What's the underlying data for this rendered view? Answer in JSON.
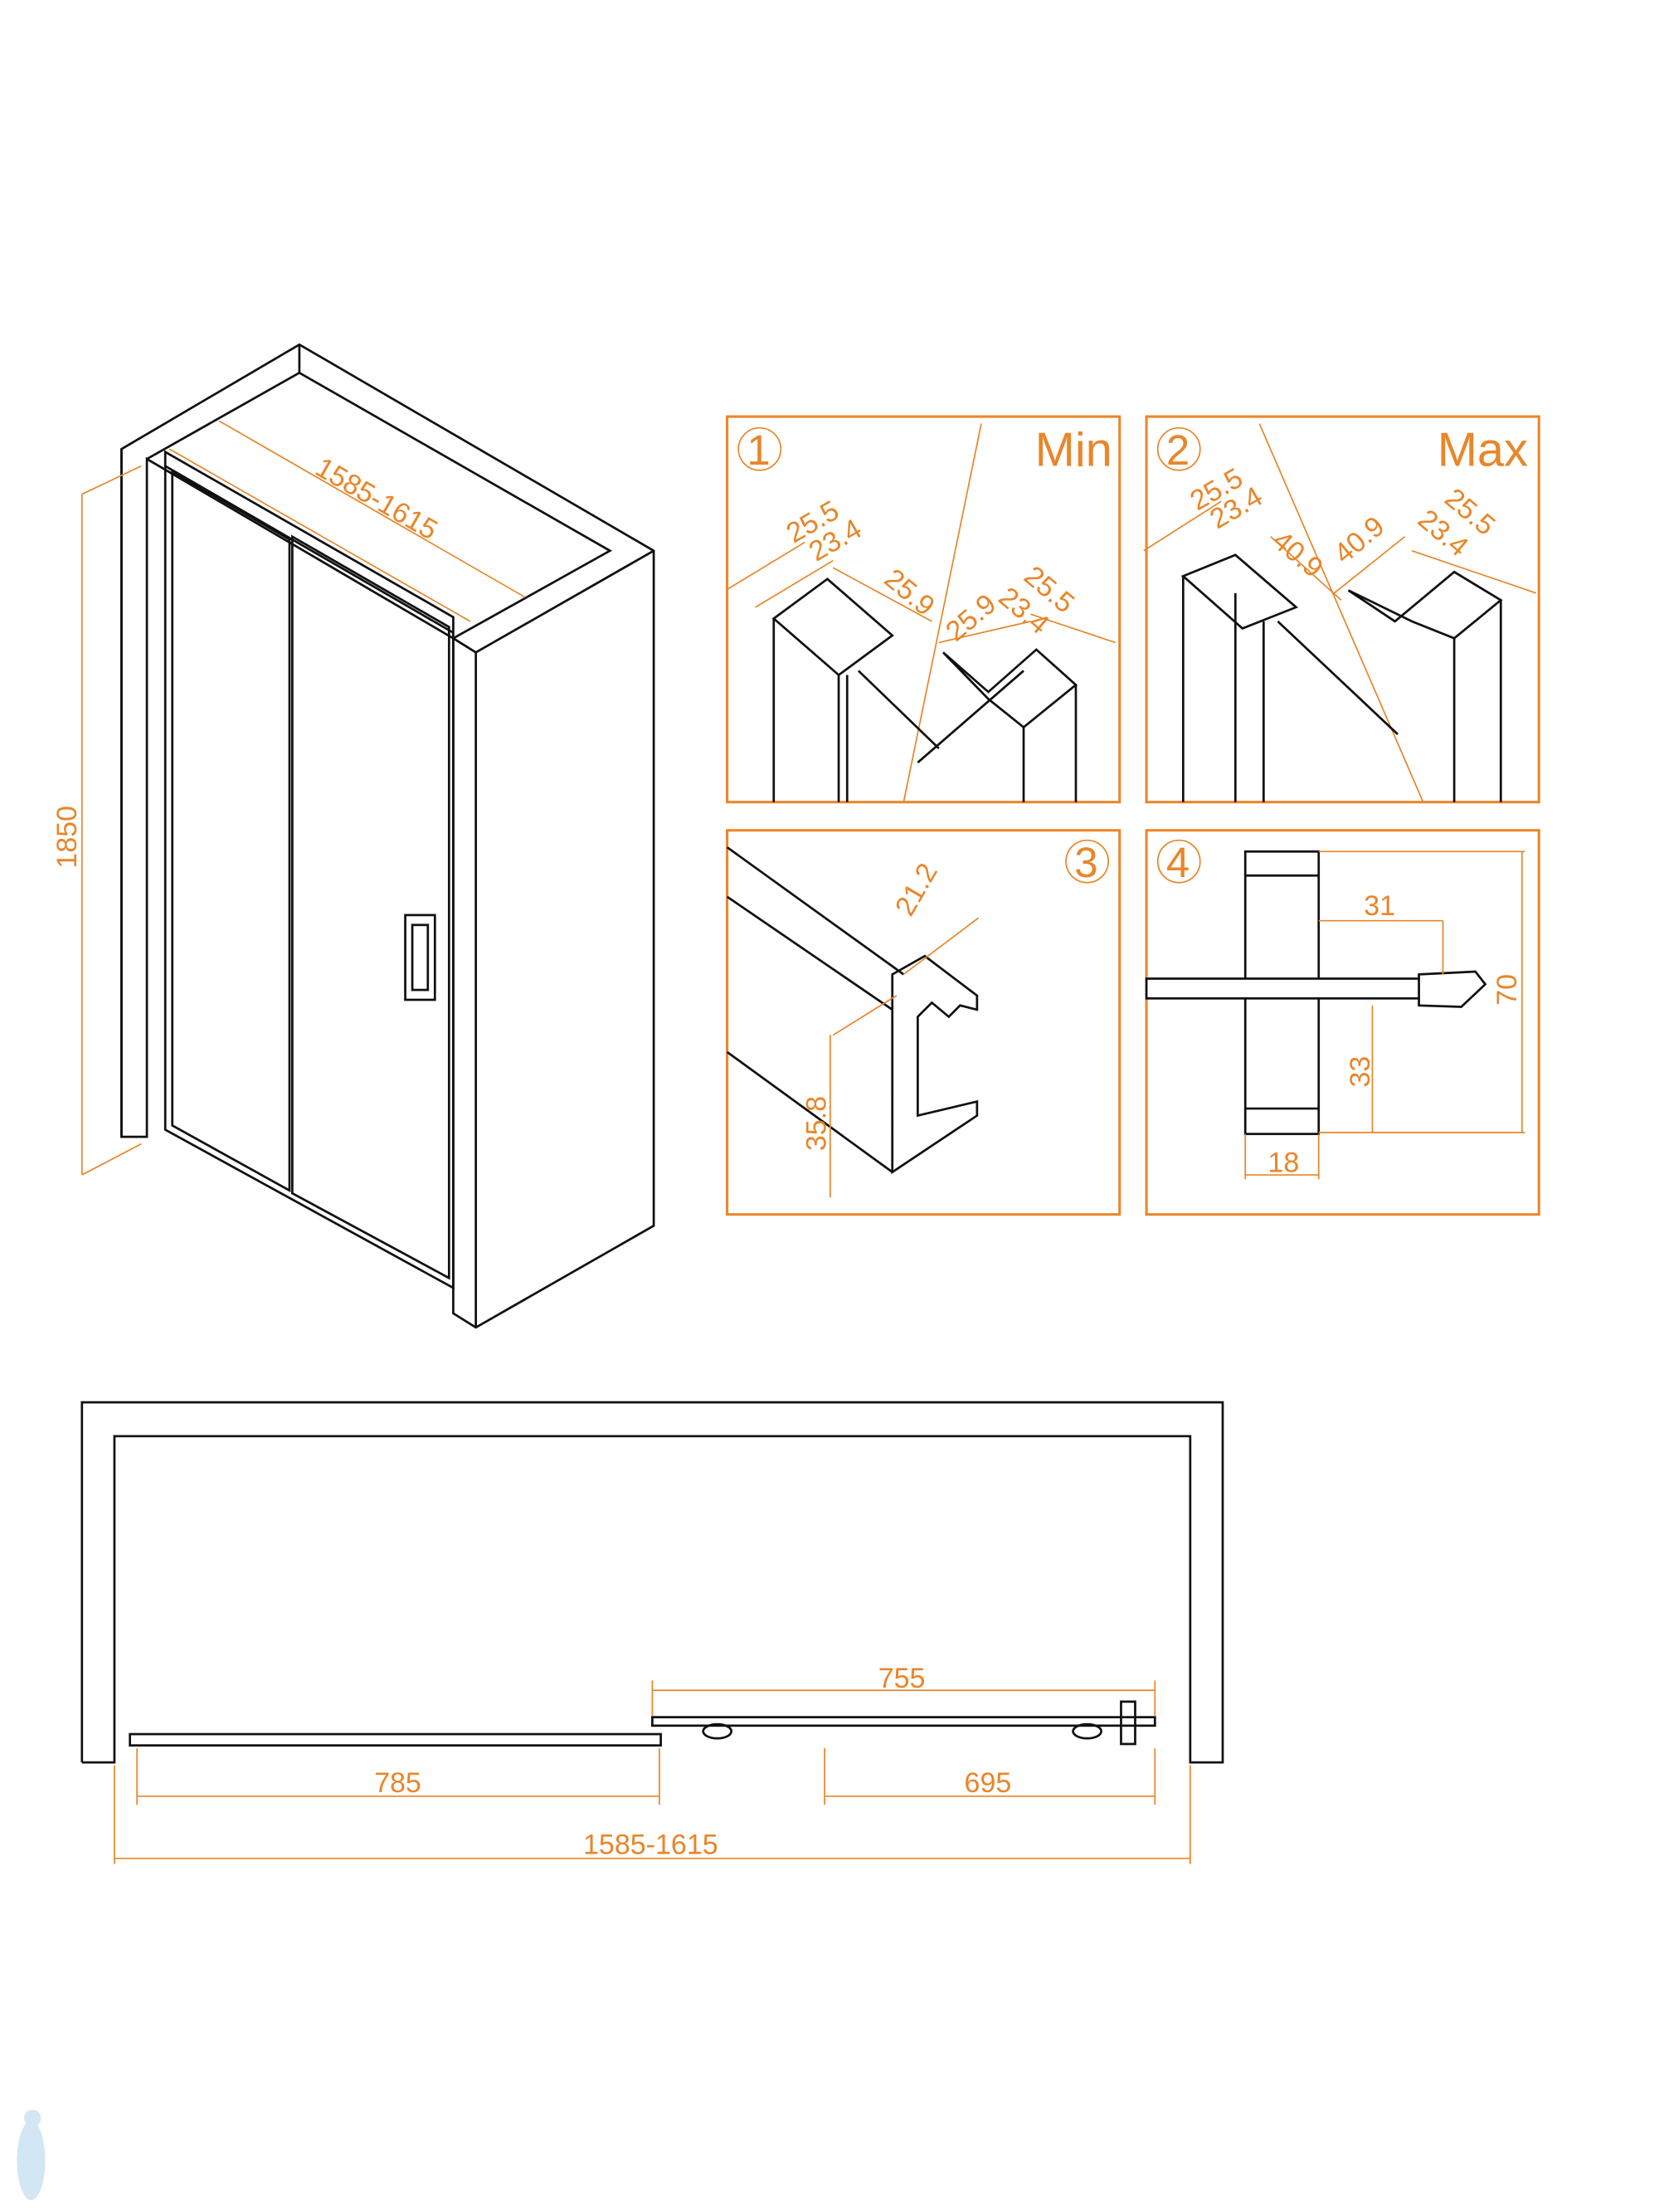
{
  "overview": {
    "width_dim": "1585-1615",
    "height_dim": "1850"
  },
  "panel1": {
    "number": "1",
    "label": "Min",
    "dims": [
      "25.5",
      "23.4",
      "25.9",
      "25.9",
      "23.4",
      "25.5"
    ]
  },
  "panel2": {
    "number": "2",
    "label": "Max",
    "dims": [
      "25.5",
      "23.4",
      "40.9",
      "40.9",
      "23.4",
      "25.5"
    ]
  },
  "panel3": {
    "number": "3",
    "dims": [
      "21.2",
      "35.8"
    ]
  },
  "panel4": {
    "number": "4",
    "dims": [
      "31",
      "70",
      "33",
      "18"
    ]
  },
  "plan": {
    "dim_top": "755",
    "dim_left": "785",
    "dim_right": "695",
    "dim_total": "1585-1615"
  },
  "colors": {
    "accent": "#e8862a",
    "line": "#111111"
  }
}
